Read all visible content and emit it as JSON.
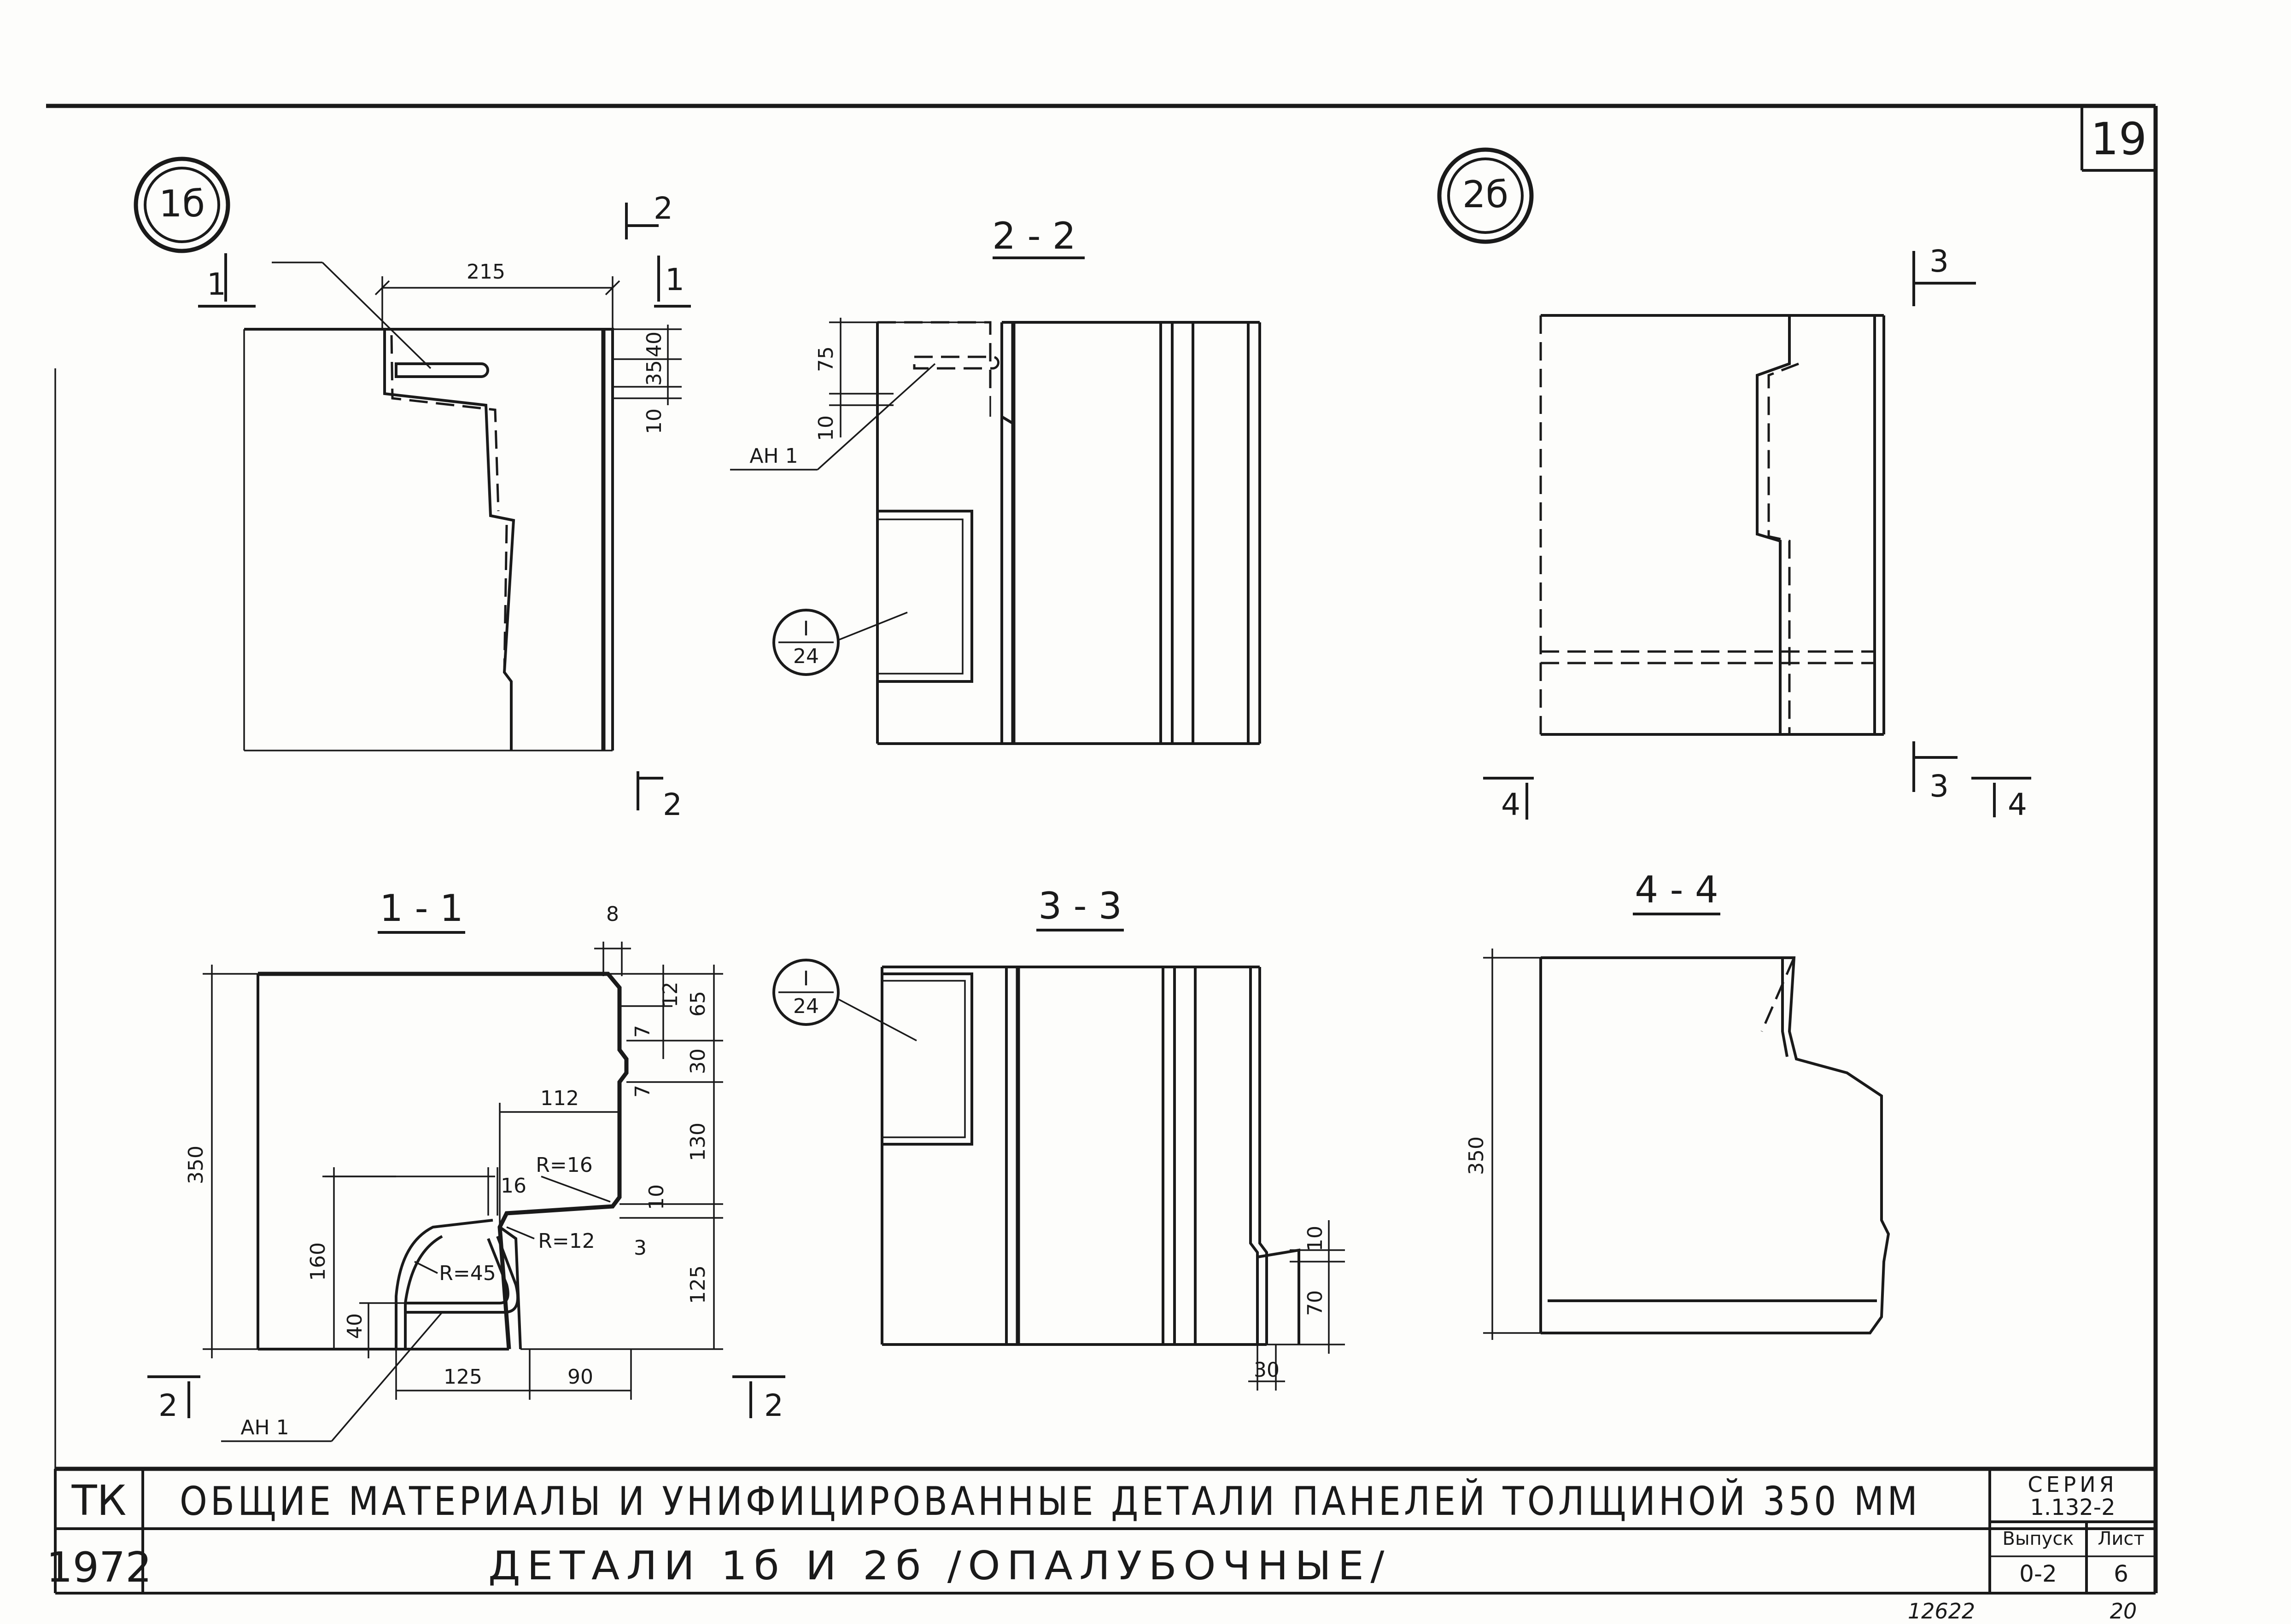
{
  "sheet": {
    "number": "19",
    "detail_1b": "1б",
    "detail_2b": "2б",
    "sections": {
      "s22": "2 - 2",
      "s11": "1 - 1",
      "s33": "3 - 3",
      "s44": "4 - 4"
    },
    "cut_marks": {
      "c1": "1",
      "c2": "2",
      "c3": "3",
      "c4": "4"
    },
    "rebar_label": "АН 1",
    "detail_ref": {
      "num": "I",
      "den": "24"
    },
    "dims_1b": [
      "215",
      "40",
      "35",
      "10"
    ],
    "dims_22": [
      "75",
      "10"
    ],
    "dims_11": [
      "8",
      "12",
      "65",
      "7",
      "30",
      "7",
      "112",
      "130",
      "350",
      "R=16",
      "16",
      "10",
      "R=12",
      "3",
      "160",
      "R=45",
      "125",
      "40",
      "125",
      "90"
    ],
    "dims_33": [
      "10",
      "70",
      "30"
    ],
    "dims_44": [
      "350"
    ]
  },
  "title_block": {
    "org": "ТК",
    "year": "1972",
    "line1": "ОБЩИЕ МАТЕРИАЛЫ И УНИФИЦИРОВАННЫЕ ДЕТАЛИ ПАНЕЛЕЙ ТОЛЩИНОЙ 350 ММ",
    "line2": "ДЕТАЛИ 1б И 2б /ОПАЛУБОЧНЫЕ/",
    "series_label": "СЕРИЯ",
    "series_value": "1.132-2",
    "issue_label": "Выпуск",
    "issue_value": "0-2",
    "sheet_label": "Лист",
    "sheet_value": "6"
  },
  "handwritten": {
    "left": "12622",
    "right": "20"
  }
}
